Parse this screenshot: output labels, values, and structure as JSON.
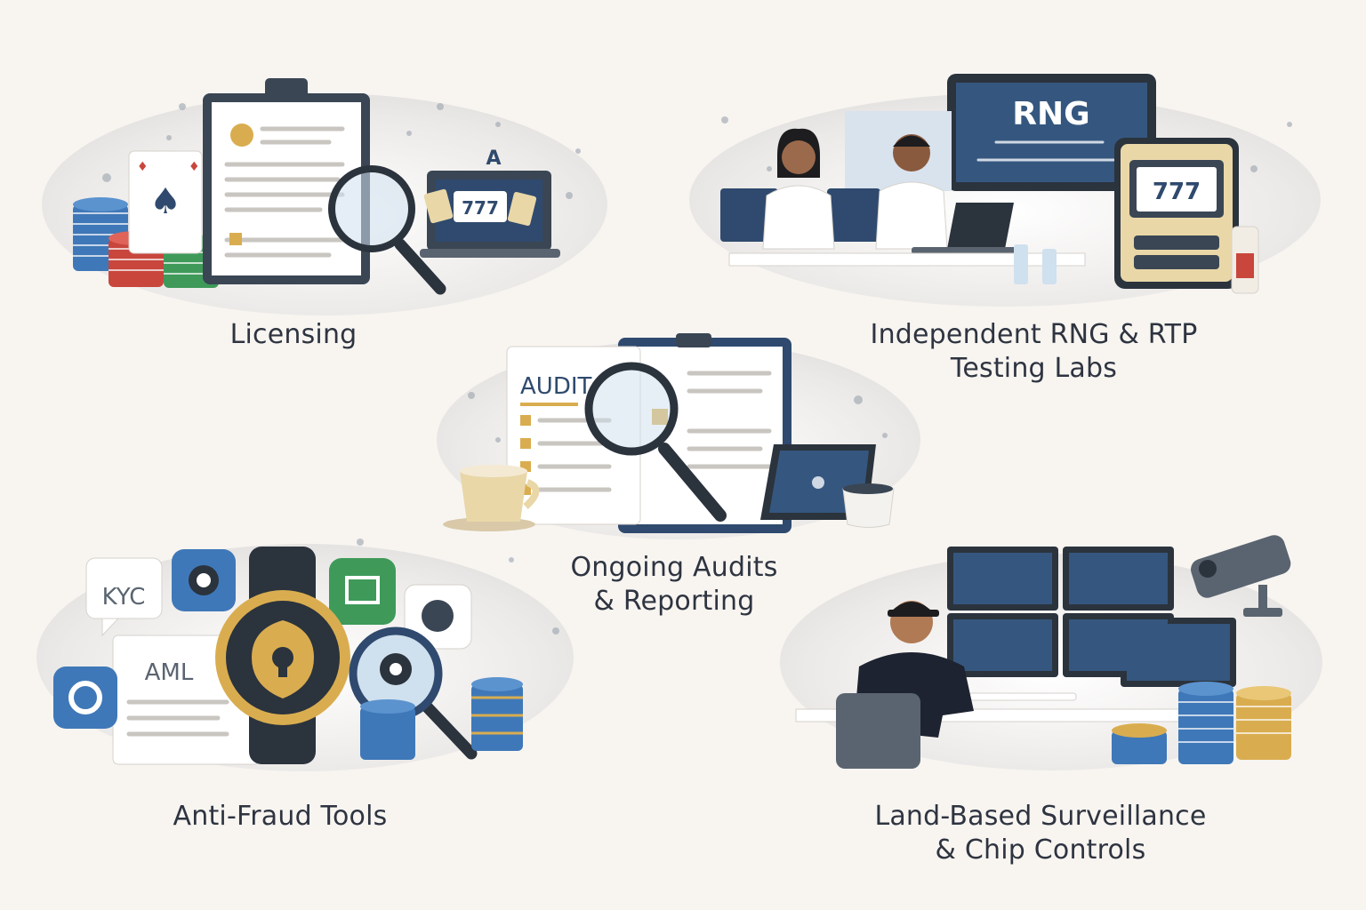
{
  "panels": {
    "licensing": {
      "caption_lines": [
        "Licensing"
      ],
      "card_symbol": "♠",
      "screen_text": "777",
      "sign_letter": "A"
    },
    "rng_labs": {
      "caption_lines": [
        "Independent RNG & RTP",
        "Testing Labs"
      ],
      "monitor_text": "RNG",
      "slot_text": "777"
    },
    "audits": {
      "caption_lines": [
        "Ongoing Audits",
        "& Reporting"
      ],
      "doc_text": "AUDIT"
    },
    "anti_fraud": {
      "caption_lines": [
        "Anti-Fraud Tools"
      ],
      "kyc_label": "KYC",
      "aml_label": "AML"
    },
    "surveillance": {
      "caption_lines": [
        "Land-Based Surveillance",
        "& Chip Controls"
      ]
    }
  },
  "colors": {
    "background": "#f8f5f1",
    "navy": "#2f4a6e",
    "blue": "#3f78b8",
    "gold": "#d9ad4f",
    "red": "#c9463d",
    "green": "#3f9a5a",
    "caption": "#2e3440"
  }
}
